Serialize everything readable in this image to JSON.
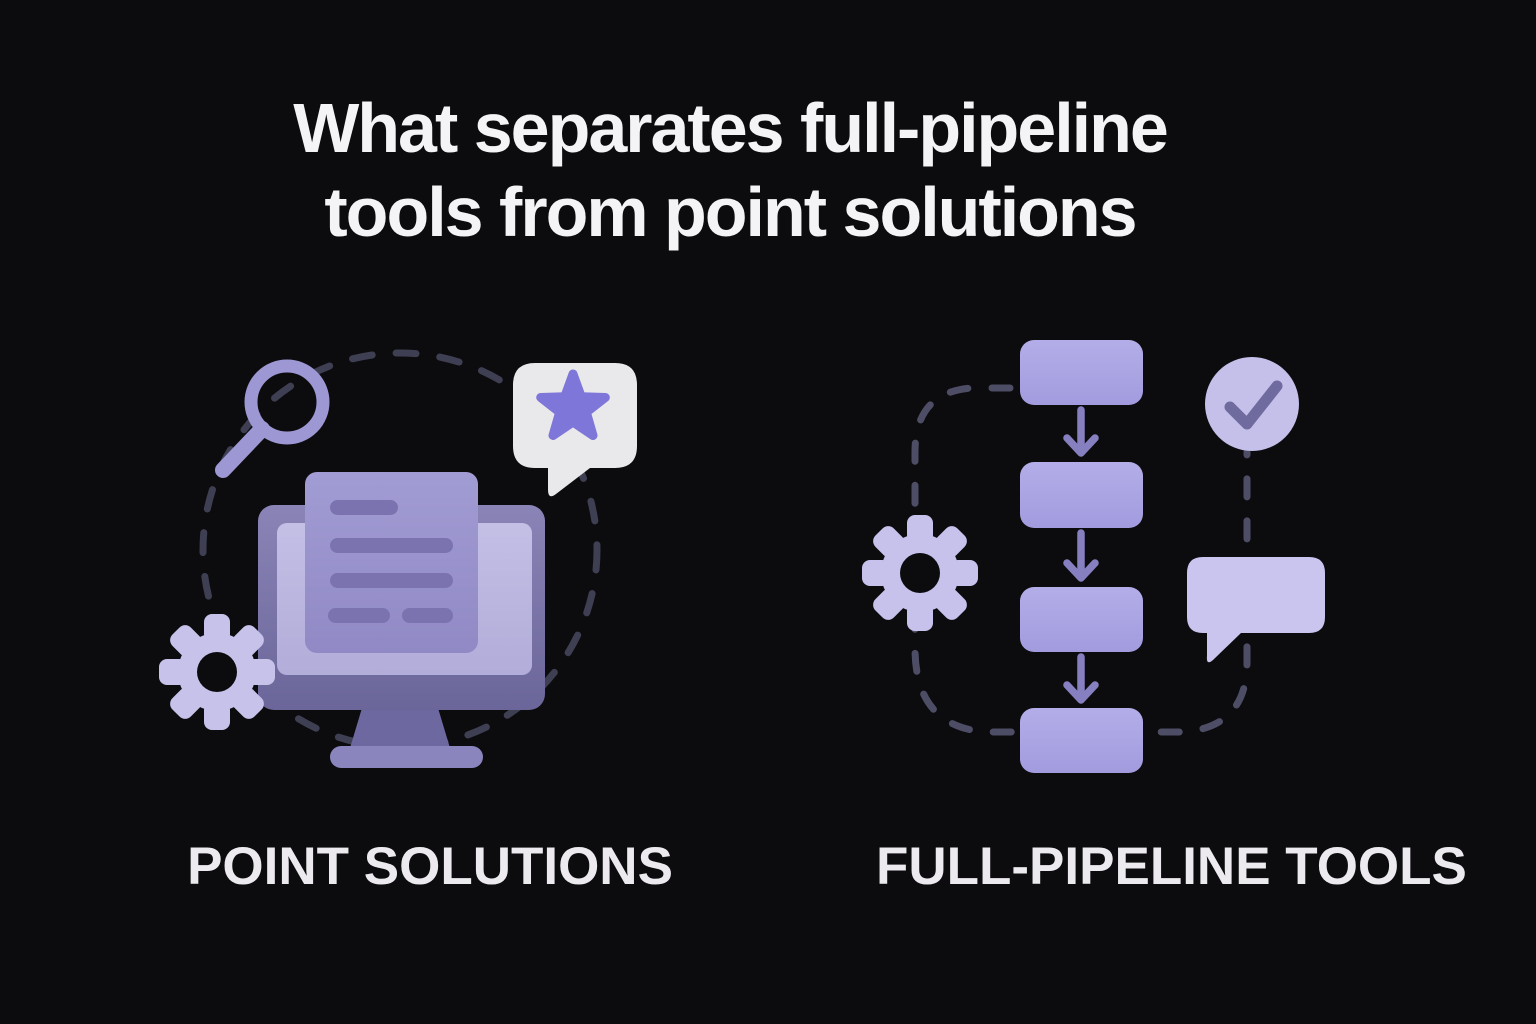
{
  "title": {
    "line1": "What separates full-pipeline",
    "line2": "tools from point solutions"
  },
  "panels": {
    "left": {
      "caption": "POINT SOLUTIONS",
      "icons": [
        "dashed-orbit-circle",
        "magnifying-glass",
        "review-speech-bubble-with-star",
        "monitor-with-document",
        "gear"
      ]
    },
    "right": {
      "caption": "FULL-PIPELINE TOOLS",
      "icons": [
        "dashed-loop-path",
        "flowchart-four-steps-with-arrows",
        "check-circle",
        "gear",
        "speech-bubble"
      ]
    }
  },
  "colors": {
    "background": "#0c0b0e",
    "title_text": "#f4f3f5",
    "caption_text": "#eceaee",
    "magnifier_purple": "#9d97d3",
    "lavender_light": "#c6c2ec",
    "bubble_white": "#e9e8eb",
    "star_purple": "#7e76d8",
    "monitor_frame": "#8a84b7",
    "monitor_screen": "#c3bfe5",
    "document_purple": "#a29cd4",
    "document_line": "#7a73b0",
    "flow_box": "#aba5e4",
    "arrow_purple": "#8680c1",
    "check_stroke": "#6f6b9e",
    "dash_left": "#3e3f52",
    "dash_right": "#4d4e66"
  }
}
